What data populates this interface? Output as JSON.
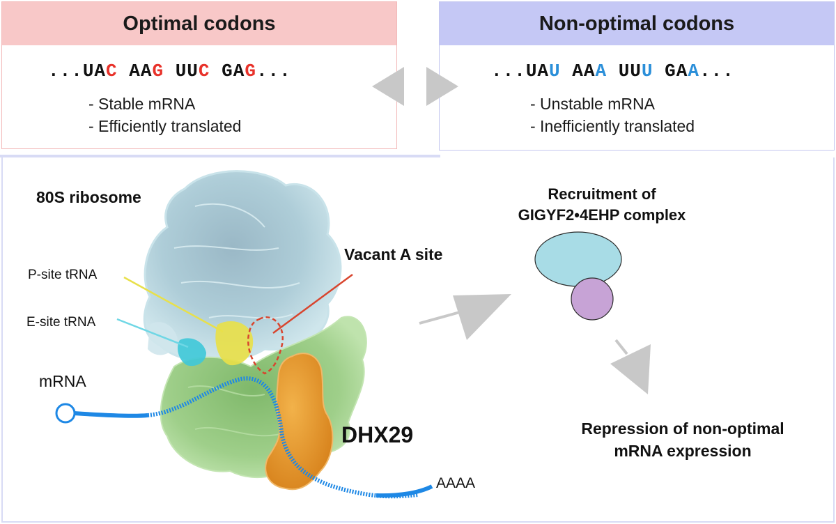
{
  "optimal": {
    "title": "Optimal codons",
    "codons": [
      {
        "pre": "...",
        "base": "UA",
        "last": "C"
      },
      {
        "pre": " ",
        "base": "AA",
        "last": "G"
      },
      {
        "pre": " ",
        "base": "UU",
        "last": "C"
      },
      {
        "pre": " ",
        "base": "GA",
        "last": "G"
      }
    ],
    "suffix": "...",
    "desc_1": "- Stable mRNA",
    "desc_2": "- Efficiently translated"
  },
  "nonoptimal": {
    "title": "Non-optimal codons",
    "codons": [
      {
        "pre": "...",
        "base": "UA",
        "last": "U"
      },
      {
        "pre": " ",
        "base": "AA",
        "last": "A"
      },
      {
        "pre": " ",
        "base": "UU",
        "last": "U"
      },
      {
        "pre": " ",
        "base": "GA",
        "last": "A"
      }
    ],
    "suffix": "...",
    "desc_1": "- Unstable mRNA",
    "desc_2": "- Inefficiently translated"
  },
  "labels": {
    "ribosome": "80S ribosome",
    "p_site": "P-site tRNA",
    "e_site": "E-site tRNA",
    "mrna": "mRNA",
    "vacant_a": "Vacant A site",
    "dhx29": "DHX29",
    "polya": "AAAA",
    "recruitment_1": "Recruitment of",
    "recruitment_2": "GIGYF2•4EHP complex",
    "repression_1": "Repression of non-optimal",
    "repression_2": "mRNA expression"
  },
  "colors": {
    "optimal_header": "#f8c8c8",
    "nonoptimal_header": "#c5c8f5",
    "optimal_nt": "#e8322a",
    "nonoptimal_nt": "#2b8fd9",
    "ribosome_large": "#b8d9e0",
    "ribosome_small": "#9fcf8a",
    "dhx29": "#e89a2a",
    "mrna": "#1e88e5",
    "gigyf2": "#a8dce6",
    "ehp4": "#c7a3d6",
    "arrow": "#c8c8c8"
  }
}
